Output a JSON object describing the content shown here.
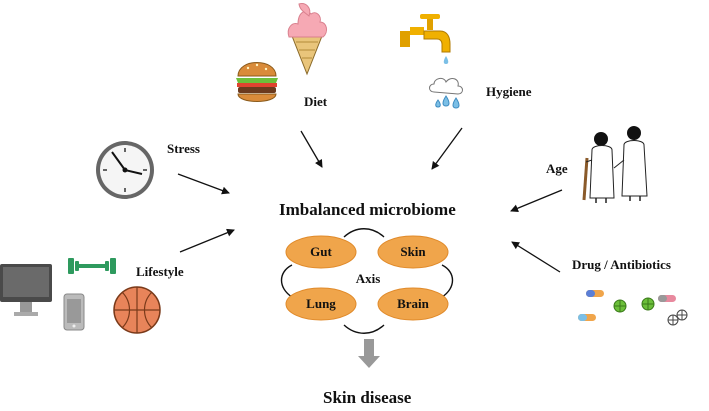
{
  "factors": {
    "diet": "Diet",
    "hygiene": "Hygiene",
    "stress": "Stress",
    "age": "Age",
    "lifestyle": "Lifestyle",
    "drug": "Drug / Antibiotics"
  },
  "center": {
    "title": "Imbalanced microbiome",
    "axis_label": "Axis",
    "nodes": [
      "Gut",
      "Skin",
      "Lung",
      "Brain"
    ]
  },
  "outcome": "Skin disease",
  "colors": {
    "node_fill": "#f0a54b",
    "arrow": "#111111",
    "down_arrow": "#999999"
  },
  "icons": [
    "burger-icon",
    "ice-cream-icon",
    "faucet-icon",
    "clock-icon",
    "elderly-couple-icon",
    "monitor-icon",
    "phone-icon",
    "dumbbell-icon",
    "basketball-icon",
    "pills-icon"
  ]
}
